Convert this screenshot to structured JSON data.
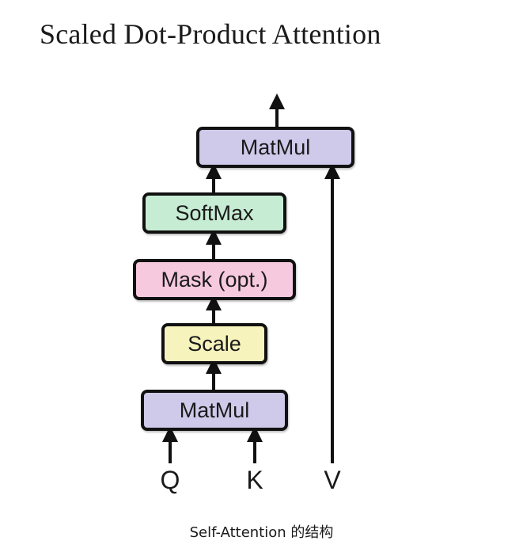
{
  "title": "Scaled Dot-Product Attention",
  "caption": "Self-Attention  的结构",
  "colors": {
    "matmul": "#cfc9ea",
    "softmax": "#c6ecd3",
    "mask": "#f6c9de",
    "scale": "#f7f3bd",
    "border": "#111111"
  },
  "nodes": {
    "matmul_top": "MatMul",
    "softmax": "SoftMax",
    "mask": "Mask (opt.)",
    "scale": "Scale",
    "matmul_bottom": "MatMul"
  },
  "inputs": {
    "q": "Q",
    "k": "K",
    "v": "V"
  }
}
